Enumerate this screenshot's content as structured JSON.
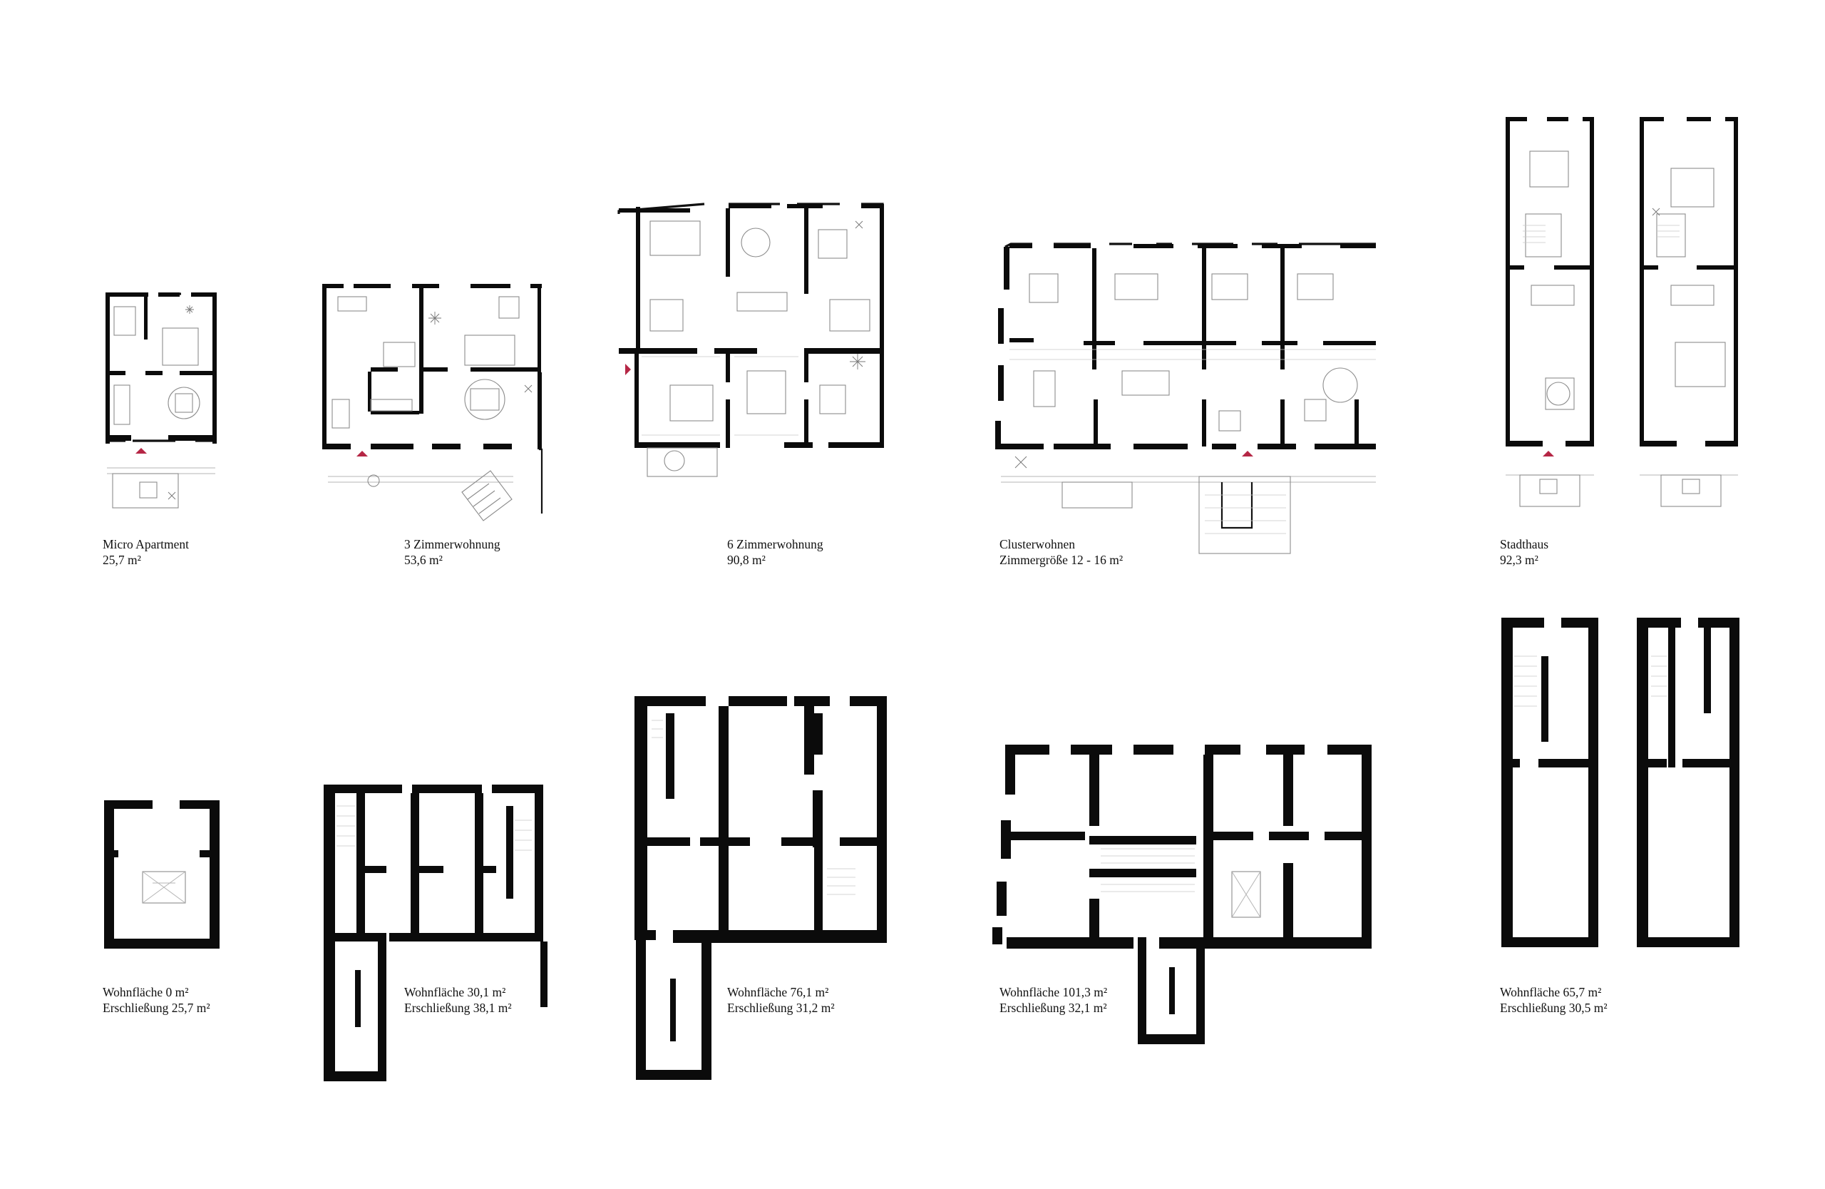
{
  "plans": [
    {
      "id": "micro-apartment",
      "title": "Micro Apartment",
      "area": "25,7 m²"
    },
    {
      "id": "three-room",
      "title": "3 Zimmerwohnung",
      "area": "53,6 m²"
    },
    {
      "id": "six-room",
      "title": "6 Zimmerwohnung",
      "area": "90,8 m²"
    },
    {
      "id": "cluster",
      "title": "Clusterwohnen",
      "area": "Zimmergröße 12 - 16 m²"
    },
    {
      "id": "stadthaus",
      "title": "Stadthaus",
      "area": "92,3 m²"
    }
  ],
  "diagrams": [
    {
      "id": "micro-apartment",
      "living": "Wohnfläche 0 m²",
      "access": "Erschließung 25,7 m²"
    },
    {
      "id": "three-room",
      "living": "Wohnfläche 30,1 m²",
      "access": "Erschließung 38,1 m²"
    },
    {
      "id": "six-room",
      "living": "Wohnfläche 76,1 m²",
      "access": "Erschließung 31,2 m²"
    },
    {
      "id": "cluster",
      "living": "Wohnfläche 101,3 m²",
      "access": "Erschließung 32,1 m²"
    },
    {
      "id": "stadthaus",
      "living": "Wohnfläche 65,7 m²",
      "access": "Erschließung 30,5 m²"
    }
  ],
  "colors": {
    "entry_marker": "#b52645",
    "wall": "#0b0b0b",
    "fixtures": "#8c8c8c"
  }
}
